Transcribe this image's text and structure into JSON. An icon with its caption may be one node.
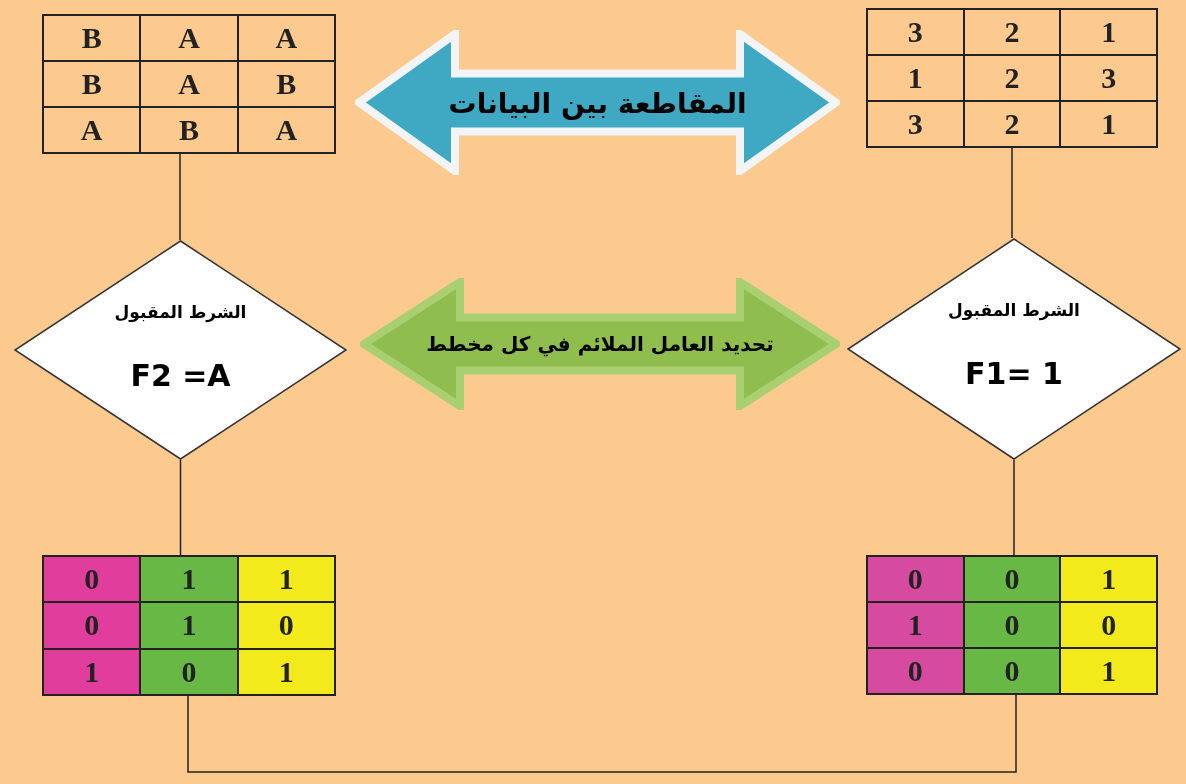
{
  "diagram": {
    "nodes": [
      {
        "text": [
          "B",
          "A",
          "A",
          "B",
          "A",
          "B",
          "A",
          "B",
          "A"
        ]
      },
      {
        "text": [
          "3",
          "2",
          "1",
          "1",
          "2",
          "3",
          "3",
          "2",
          "1"
        ]
      },
      {
        "text": [
          "المقاطعة بين البيانات"
        ]
      },
      {
        "text": [
          "الشرط المقبول",
          "F2 =A"
        ]
      },
      {
        "text": [
          "تحديد العامل الملائم في كل مخطط"
        ]
      },
      {
        "text": [
          "الشرط المقبول",
          "F1= 1"
        ]
      },
      {
        "text": [
          "0",
          "1",
          "1",
          "0",
          "1",
          "0",
          "1",
          "0",
          "1"
        ]
      },
      {
        "text": [
          "0",
          "0",
          "1",
          "1",
          "0",
          "0",
          "0",
          "0",
          "1"
        ]
      }
    ],
    "edges": [
      {
        "from": 0,
        "to": 3,
        "arrow": "none"
      },
      {
        "from": 1,
        "to": 5,
        "arrow": "none"
      },
      {
        "from": 3,
        "to": 6,
        "arrow": "none"
      },
      {
        "from": 5,
        "to": 7,
        "arrow": "none"
      },
      {
        "from": 6,
        "to": 7,
        "arrow": "none"
      }
    ]
  }
}
